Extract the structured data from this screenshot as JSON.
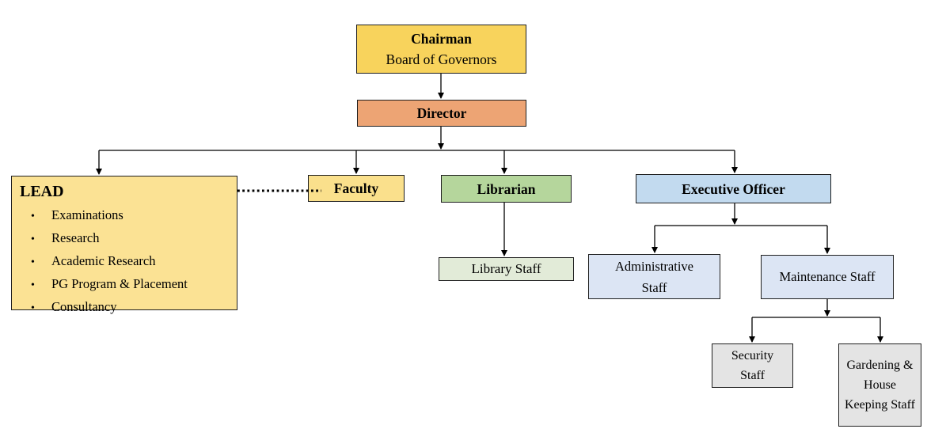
{
  "diagram": {
    "type": "org-chart",
    "background": "#ffffff",
    "line_color": "#000000"
  },
  "boxes": {
    "chairman": {
      "title": "Chairman",
      "subtitle": "Board of Governors",
      "fill": "#F8D35C"
    },
    "director": {
      "label": "Director",
      "fill": "#EDA474"
    },
    "lead": {
      "title": "LEAD",
      "bullet": "•",
      "items": [
        "Examinations",
        "Research",
        "Academic Research",
        "PG Program & Placement",
        "Consultancy"
      ],
      "fill": "#FBE294"
    },
    "faculty": {
      "label": "Faculty",
      "fill": "#FAE08C"
    },
    "librarian": {
      "label": "Librarian",
      "fill": "#B5D69C"
    },
    "library_staff": {
      "label": "Library Staff",
      "fill": "#E2EBD8"
    },
    "executive_officer": {
      "label": "Executive Officer",
      "fill": "#C2DAEF"
    },
    "administrative_staff": {
      "label": "Administrative Staff",
      "fill": "#DCE5F4"
    },
    "maintenance_staff": {
      "label": "Maintenance Staff",
      "fill": "#DCE5F4"
    },
    "security_staff": {
      "label": "Security Staff",
      "fill": "#E4E4E4"
    },
    "gardening_staff": {
      "label": "Gardening & House Keeping Staff",
      "fill": "#E4E4E4"
    }
  }
}
